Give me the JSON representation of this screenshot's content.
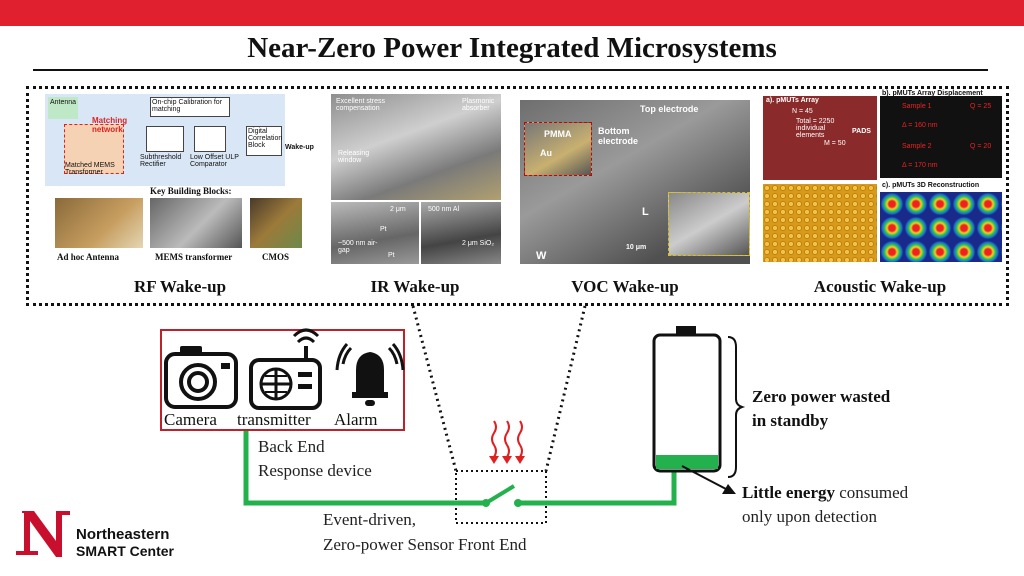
{
  "title": "Near-Zero Power Integrated Microsystems",
  "panels": {
    "rf": {
      "caption": "RF Wake-up",
      "antenna": "Antenna",
      "matching": "Matching network",
      "mems": "Matched MEMS Transformer",
      "calib": "On-chip Calibration for matching",
      "rectifier": "Subthreshold Rectifier",
      "comparator": "Low Offset ULP Comparator",
      "digital": "Digital Correlation Block",
      "wakeup": "Wake-up",
      "key_blocks": "Key Building Blocks:",
      "photo_labels": [
        "Ad hoc Antenna",
        "MEMS transformer",
        "CMOS"
      ]
    },
    "ir": {
      "caption": "IR Wake-up",
      "labels": [
        "Excellent stress compensation",
        "Releasing window",
        "Plasmonic absorber",
        "Pt",
        "~500 nm air-gap",
        "500 nm Al",
        "2 μm SiO₂",
        "2 μm",
        "Pt"
      ]
    },
    "voc": {
      "caption": "VOC Wake-up",
      "top_electrode": "Top electrode",
      "pmma": "PMMA",
      "bottom_electrode": "Bottom electrode",
      "au": "Au",
      "l": "L",
      "w": "W",
      "scale": "10 μm"
    },
    "acoustic": {
      "caption": "Acoustic Wake-up",
      "a_title": "a). pMUTs Array",
      "n": "N = 45",
      "total": "Total = 2250 individual elements",
      "m": "M = 50",
      "pads": "PADS",
      "b_title": "b). pMUTs Array Displacement",
      "sample1": "Sample 1",
      "q1": "Q = 25",
      "disp1": "Δ = 160 nm",
      "sample2": "Sample 2",
      "q2": "Q = 20",
      "disp2": "Δ = 170 nm",
      "c_title": "c). pMUTs 3D Reconstruction"
    }
  },
  "devices": {
    "labels": [
      "Camera",
      "transmitter",
      "Alarm"
    ],
    "backend": [
      "Back End",
      "Response device"
    ]
  },
  "sensor": [
    "Event-driven,",
    "Zero-power Sensor Front End"
  ],
  "battery": {
    "zero_power": [
      "Zero power wasted",
      "in standby"
    ],
    "little_energy_bold": "Little energy",
    "little_energy_rest": " consumed",
    "little_energy_line2": "only upon detection"
  },
  "logo": {
    "name1": "Northeastern",
    "name2": "SMART Center"
  },
  "colors": {
    "accent_red": "#e0202e",
    "wire_green": "#22b14c"
  }
}
